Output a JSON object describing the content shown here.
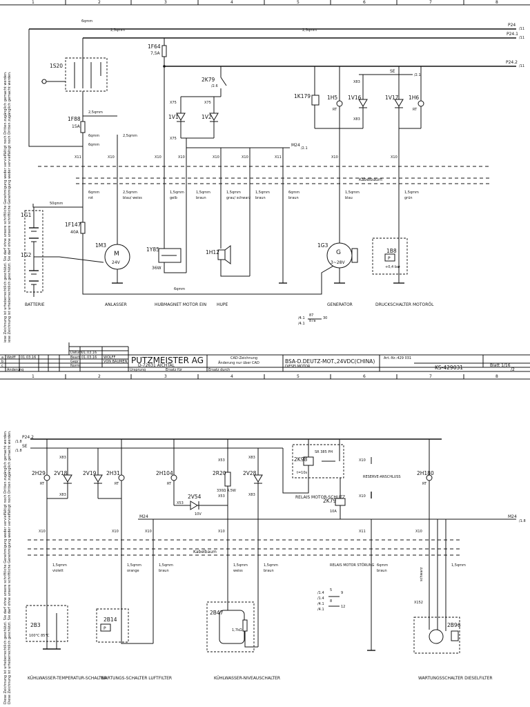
{
  "sidebar_text": "Diese Zeichnung ist urheberrechtlich geschützt. Sie darf ohne unsere schriftliche Genehmigung weder vervielfältigt noch Dritten zugänglich gemacht werden.",
  "columns": [
    "1",
    "2",
    "3",
    "4",
    "5",
    "6",
    "7",
    "8"
  ],
  "sheet1": {
    "rails": {
      "p24": "P24",
      "p24_1": "P24.1",
      "p24_2": "P24.2",
      "p24_ref": "/11",
      "se": "SE",
      "se_ref": "/2.1",
      "m24": "M24",
      "m24_ref": "/2.1"
    },
    "wire_sizes": {
      "w6qmm": "6qmm",
      "w25": "2,5qmm",
      "w50": "50qmm",
      "w15": "1,5qmm"
    },
    "components": {
      "s20": "1S20",
      "f88": "1F88",
      "f88_val": "15A",
      "f64": "1F64",
      "f64_val": "7,5A",
      "k79": "2K79",
      "k79_ref": "/2.6",
      "k179": "1K179",
      "h5": "1H5",
      "v16": "1V16",
      "v17": "1V17",
      "h6": "1H6",
      "v1": "1V1",
      "v2": "1V2",
      "g1": "1G1",
      "g2": "1G2",
      "f147": "1F147",
      "f147_val": "40A",
      "m3": "1M3",
      "m3_sym": "M",
      "m3_val": "24V",
      "y85": "1Y85",
      "y85_val": "36W",
      "h12": "1H12",
      "g3": "1G3",
      "g3_sym": "G",
      "g3_val": "3~28V",
      "b8": "1B8",
      "b8_sym": "P",
      "b8_val": "+0,4 bar",
      "rt": "RT"
    },
    "terminals": {
      "x11": "X11",
      "x10": "X10",
      "x75": "X75",
      "x83": "X83"
    },
    "cable_loom": "Kabelbaum",
    "cables": [
      {
        "size": "6qmm",
        "color": "rot"
      },
      {
        "size": "2,5qmm",
        "color": "blau/ weiss"
      },
      {
        "size": "1,5qmm",
        "color": "gelb"
      },
      {
        "size": "1,5qmm",
        "color": "braun"
      },
      {
        "size": "1,5qmm",
        "color": "grau/ schwarz"
      },
      {
        "size": "1,5qmm",
        "color": "braun"
      },
      {
        "size": "6qmm",
        "color": "braun"
      },
      {
        "size": "1,5qmm",
        "color": "blau"
      },
      {
        "size": "1,5qmm",
        "color": "grün"
      }
    ],
    "labels": {
      "batterie": "BATTERIE",
      "anlasser": "ANLASSER",
      "hubmagnet": "HUBMAGNET MOTOR EIN",
      "hupe": "HUPE",
      "generator": "GENERATOR",
      "druck": "DRUCKSCHALTER MOTORÖL"
    },
    "title_block": {
      "company": "PUTZMEISTER AG",
      "address": "D-72631 AICHTAL",
      "cad": "CAD-Zeichnung",
      "cad_note": "Änderung nur über CAD",
      "desc": "BSA-D.DEUTZ-MOT.,24VDC(CHINA)",
      "sub": "DIESELMOTOR",
      "art": "Art.-Nr.:429 031",
      "doc": "KS-429031",
      "sheet": "Blatt 1/16",
      "sheet_next": "/2",
      "name1": "WOLFF",
      "name2": "VON BÄUMEN",
      "date1": "01.03.16",
      "date2": "01.03.16",
      "rows": [
        "Datum",
        "Bearb",
        "Gepr",
        "Norm"
      ],
      "ursprung": "Ursprung",
      "ersatz_fur": "Ersatz für",
      "ersatz_durch": "Ersatz durch",
      "aenderung": "Änderung",
      "rev_a": "a",
      "rev_b": "b",
      "rev_c": "c",
      "rev_date": "01.03.16",
      "rev_author": "Wolff",
      "rev_note": "Änderung"
    },
    "footnote": {
      "r1": "/4.1",
      "r2": "/4.1",
      "ref": "87",
      "ref2": "87a",
      "ref3": "30"
    }
  },
  "sheet2": {
    "rails": {
      "p24_2": "P24.2",
      "p24_ref": "/1.8",
      "se": "SE",
      "se_ref": "/1.8",
      "m24": "M24",
      "m24_ref": "/1.8"
    },
    "components": {
      "h29": "2H29",
      "v18": "2V18",
      "v19": "2V19",
      "h31": "2H31",
      "h104": "2H104",
      "r20": "2R20",
      "r20_val": "330Ω 4,5W",
      "v54": "2V54",
      "v54_val": "10V",
      "v28": "2V28",
      "k98": "2K98",
      "k98_val": "t=10s",
      "k98_note": "SR 385 PH",
      "k79": "2K79",
      "k79_val": "10A",
      "h180": "2H180",
      "rt": "RT",
      "b3": "2B3",
      "b3_val": "100°C 85°C",
      "b14": "2B14",
      "b14_sym": "P",
      "b47": "2B47",
      "b47_val": "1,7kΩ",
      "b96": "2B96"
    },
    "terminals": {
      "x10": "X10",
      "x11": "X11",
      "x53": "X53",
      "x83": "X83",
      "x152": "X152"
    },
    "cable_loom": "Kabelbaum",
    "cables": [
      {
        "size": "1,5qmm",
        "color": "violett"
      },
      {
        "size": "1,5qmm",
        "color": "orange"
      },
      {
        "size": "1,5qmm",
        "color": "braun"
      },
      {
        "size": "1,5qmm",
        "color": "weiss"
      },
      {
        "size": "1,5qmm",
        "color": "braun"
      },
      {
        "size": "6qmm",
        "color": "braun"
      },
      {
        "size": "1,5qmm",
        "color": "schwarz"
      }
    ],
    "labels": {
      "reserve": "RESERVE-ANSCHLUSS",
      "relais_motorschutz": "RELAIS MOTOR-SCHUTZ",
      "relais_stoerung": "RELAIS MOTOR STÖRUNG",
      "kw_temp": "KÜHLWASSER-TEMPERATUR-SCHALTER",
      "wart_luft": "WARTUNGS-SCHALTER LUFTFILTER",
      "kw_niveau": "KÜHLWASSER-NIVEAUSCHALTER",
      "wart_diesel": "WARTUNGSSCHALTER DIESELFILTER"
    },
    "contact_refs": {
      "r1": "/1.4",
      "r2": "/1.4",
      "r3": "/4.1",
      "r4": "/4.1",
      "n5": "5",
      "n8": "8",
      "n9": "9",
      "n12": "12"
    }
  }
}
